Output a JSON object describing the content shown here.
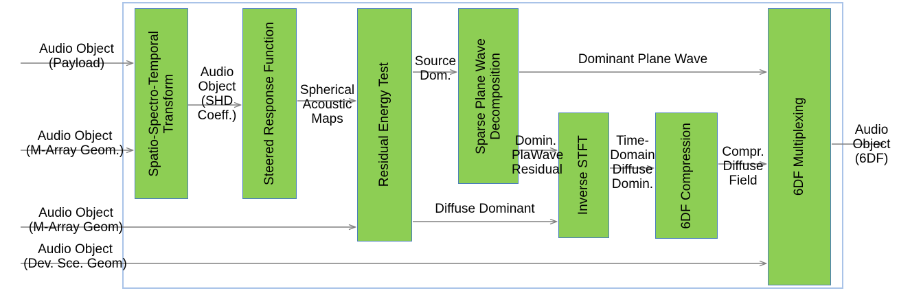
{
  "diagram": {
    "title": "6DF Audio Object Encoding Block Diagram",
    "frame_color": "#a9c3e8",
    "box_fill": "#8DCE54",
    "box_stroke": "#4A7EBB",
    "arrow_color": "#808080",
    "boxes": [
      {
        "id": "spatio-spectro-temporal-transform",
        "label": "Spatio-Spectro-Temporal\nTransform"
      },
      {
        "id": "steered-response-function",
        "label": "Steered Response Function"
      },
      {
        "id": "residual-energy-test",
        "label": "Residual Energy Test"
      },
      {
        "id": "sparse-plane-wave-decomposition",
        "label": "Sparse Plane Wave\nDecomposition"
      },
      {
        "id": "inverse-stft",
        "label": "Inverse STFT"
      },
      {
        "id": "6df-compression",
        "label": "6DF Compression"
      },
      {
        "id": "6df-multiplexing",
        "label": "6DF Multiplexing"
      }
    ],
    "inputs": [
      {
        "id": "input-payload",
        "label": "Audio Object\n(Payload)"
      },
      {
        "id": "input-m-array-geom-dot",
        "label": "Audio Object\n(M-Array Geom.)"
      },
      {
        "id": "input-m-array-geom",
        "label": "Audio Object\n(M-Array Geom)"
      },
      {
        "id": "input-dev-sce-geom",
        "label": "Audio Object\n(Dev. Sce. Geom)"
      }
    ],
    "output": {
      "id": "output-6df",
      "label": "Audio\nObject\n(6DF)"
    },
    "edge_labels": [
      {
        "id": "audio-object-shd-coeff",
        "label": "Audio\nObject\n(SHD\nCoeff.)"
      },
      {
        "id": "spherical-acoustic-maps",
        "label": "Spherical\nAcoustic\nMaps"
      },
      {
        "id": "source-dom",
        "label": "Source\nDom."
      },
      {
        "id": "dominant-plane-wave",
        "label": "Dominant Plane Wave"
      },
      {
        "id": "domin-plawave-residual",
        "label": "Domin.\nPlaWave\nResidual"
      },
      {
        "id": "diffuse-dominant",
        "label": "Diffuse Dominant"
      },
      {
        "id": "time-domain-diffuse-domin",
        "label": "Time-\nDomain\nDiffuse\nDomin."
      },
      {
        "id": "compr-diffuse-field",
        "label": "Compr.\nDiffuse\nField"
      }
    ]
  }
}
